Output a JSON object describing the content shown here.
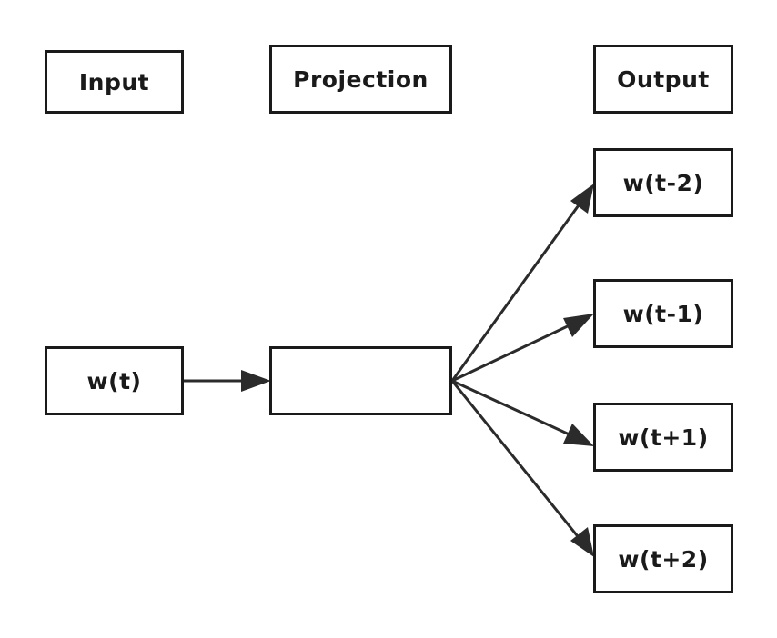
{
  "headers": {
    "input": "Input",
    "projection": "Projection",
    "output": "Output"
  },
  "nodes": {
    "input_word": "w(t)",
    "projection": "",
    "outputs": [
      "w(t-2)",
      "w(t-1)",
      "w(t+1)",
      "w(t+2)"
    ]
  },
  "edges": [
    {
      "from": "w(t)",
      "to": "projection"
    },
    {
      "from": "projection",
      "to": "w(t-2)"
    },
    {
      "from": "projection",
      "to": "w(t-1)"
    },
    {
      "from": "projection",
      "to": "w(t+1)"
    },
    {
      "from": "projection",
      "to": "w(t+2)"
    }
  ],
  "colors": {
    "stroke": "#1a1a1a",
    "arrow": "#2b2b2b",
    "background": "#ffffff"
  }
}
